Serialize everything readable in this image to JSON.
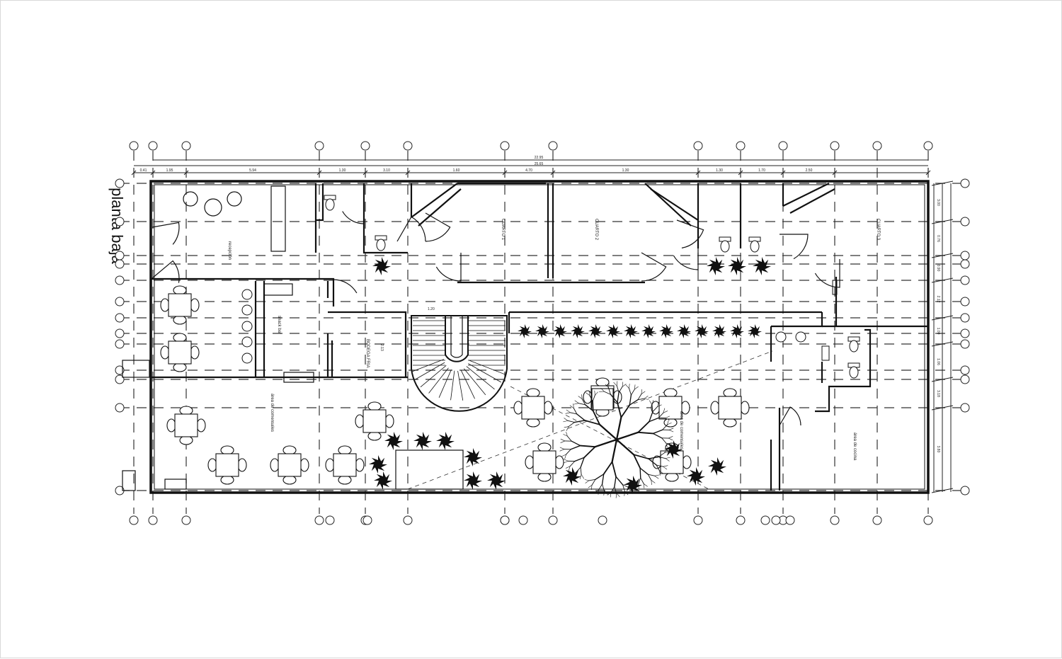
{
  "title": "planta baja",
  "rooms": {
    "recepcion": "recepción",
    "snack_bar": "snack bar",
    "bodega": "BODEGA FRIA",
    "cuarto1": "CUARTO 1",
    "cuarto2": "CUARTO 2",
    "cuarto3": "CUARTO 3",
    "comensales_left": "área de comensales",
    "comensales_right": "área de comensales",
    "cocina": "área de cocina"
  },
  "dimensions": {
    "overall_top": "22.95",
    "overall_second": "25.65",
    "stair_width": "1.20",
    "top_segments": [
      "0.41",
      "1.95",
      "5.94",
      "1.30",
      "3.10",
      "1.60",
      "4.70",
      "1.30",
      "1.30",
      "1.70",
      "2.50"
    ],
    "right_segments": [
      "3.00",
      "0.76",
      "0.90",
      "2.12",
      "1.00",
      "1.06",
      "3.18",
      "3.80"
    ],
    "bodega_side": "2.13"
  }
}
